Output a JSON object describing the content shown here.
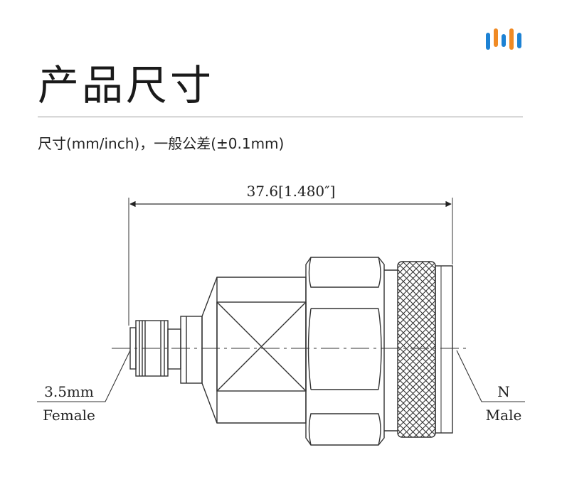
{
  "header": {
    "title": "产品尺寸",
    "logo_icon": "bars-logo-icon",
    "logo_colors": [
      "#1d82d4",
      "#f08a24",
      "#1d82d4",
      "#f08a24",
      "#1d82d4"
    ]
  },
  "subtitle": "尺寸(mm/inch)，一般公差(±0.1mm)",
  "drawing": {
    "overall_length": "37.6[1.480″]",
    "left_label_top": "3.5mm",
    "left_label_bottom": "Female",
    "right_label_top": "N",
    "right_label_bottom": "Male"
  }
}
